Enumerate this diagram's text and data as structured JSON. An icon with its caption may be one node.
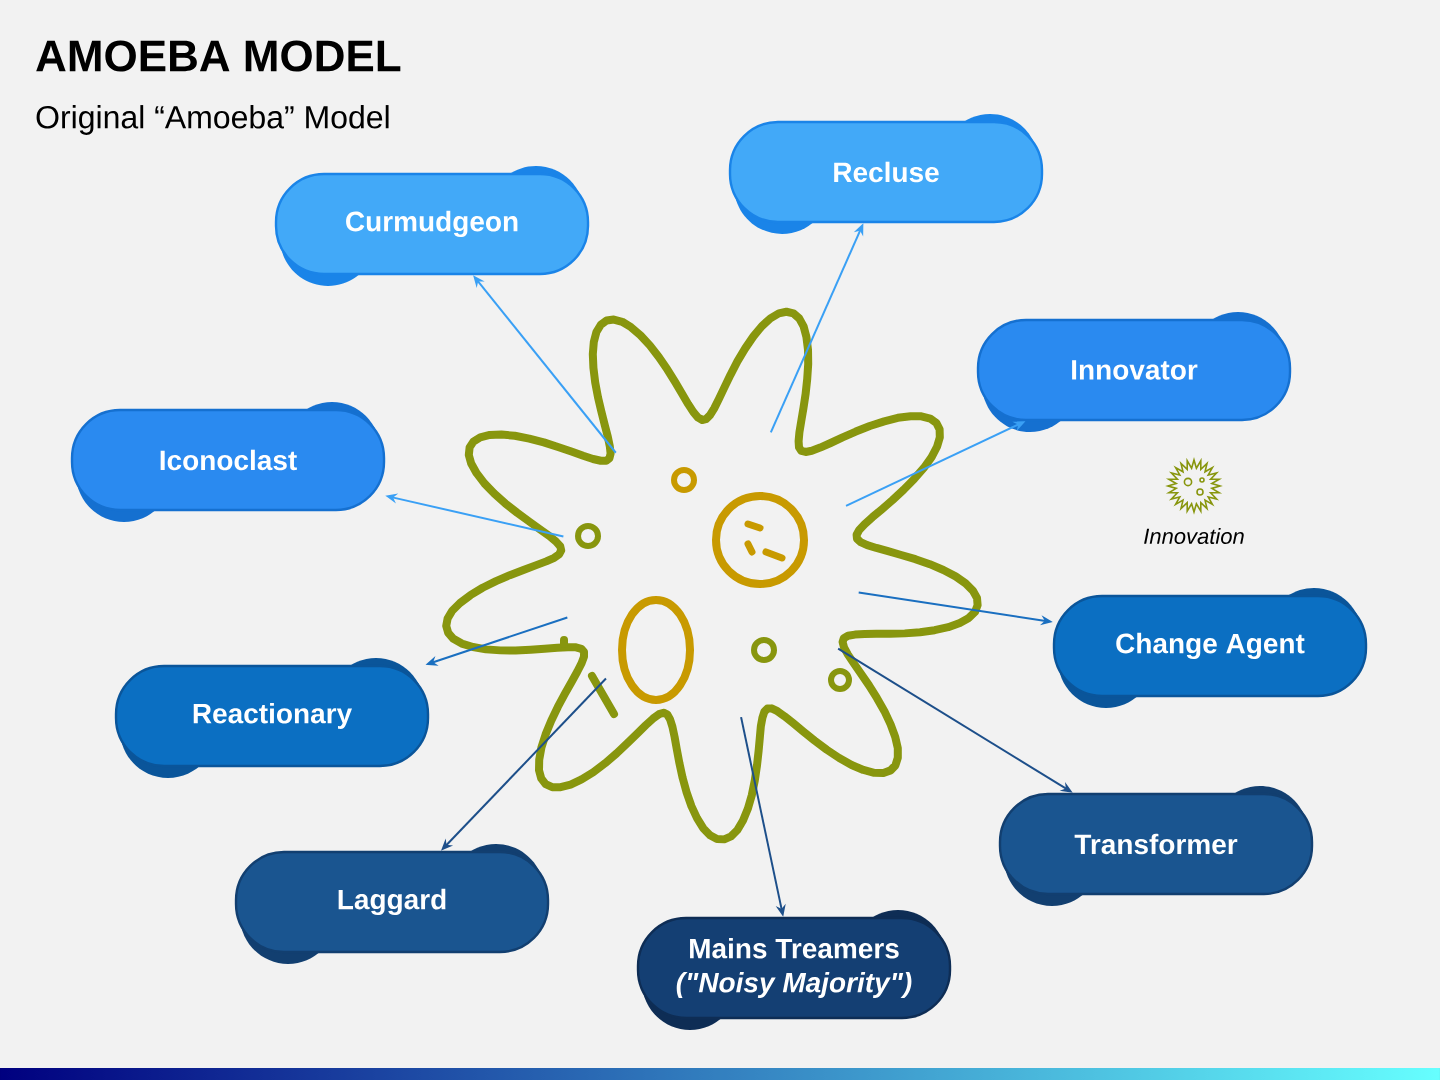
{
  "diagram": {
    "title": "AMOEBA MODEL",
    "nodes": [
      {
        "text": [],
        "shape": "picture"
      },
      {
        "text": [
          "Recluse"
        ]
      },
      {
        "text": [
          "Curmudgeon"
        ]
      },
      {
        "text": [
          "Innovator"
        ]
      },
      {
        "text": [
          "Iconoclast"
        ]
      },
      {
        "text": [
          "Change Agent"
        ]
      },
      {
        "text": [
          "Reactionary"
        ]
      },
      {
        "text": [
          "Transformer"
        ]
      },
      {
        "text": [
          "Laggard"
        ]
      },
      {
        "text": [
          "Mains Treamers",
          "(\"Noisy Majority\")"
        ]
      }
    ],
    "edges": [
      {
        "from": 0,
        "to": 1,
        "arrow": "to",
        "color": "#3aa0f5"
      },
      {
        "from": 0,
        "to": 2,
        "arrow": "to",
        "color": "#3aa0f5"
      },
      {
        "from": 0,
        "to": 3,
        "arrow": "to",
        "color": "#3aa0f5"
      },
      {
        "from": 0,
        "to": 4,
        "arrow": "to",
        "color": "#3aa0f5"
      },
      {
        "from": 0,
        "to": 5,
        "arrow": "to",
        "color": "#1a6fc0"
      },
      {
        "from": 0,
        "to": 6,
        "arrow": "to",
        "color": "#1a6fc0"
      },
      {
        "from": 0,
        "to": 7,
        "arrow": "to",
        "color": "#1d4f8a"
      },
      {
        "from": 0,
        "to": 8,
        "arrow": "to",
        "color": "#1d4f8a"
      },
      {
        "from": 0,
        "to": 9,
        "arrow": "to",
        "color": "#1d4f8a"
      }
    ],
    "labels": [
      "Original “Amoeba” Model",
      "Innovation"
    ]
  }
}
